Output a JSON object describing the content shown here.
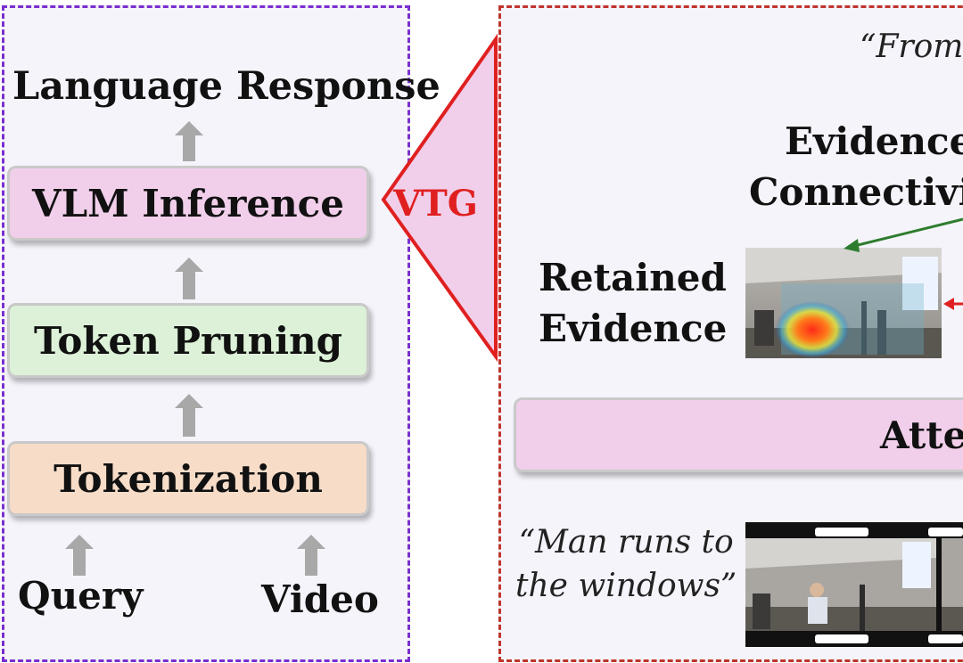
{
  "left_panel": {
    "output_label": "Language Response",
    "steps": [
      "VLM Inference",
      "Token Pruning",
      "Tokenization"
    ],
    "inputs": [
      "Query",
      "Video"
    ]
  },
  "connector": {
    "label": "VTG"
  },
  "right_panel": {
    "top_quote": "“From",
    "evidence_label": [
      "Evidence",
      "Connectivit"
    ],
    "retained_label": [
      "Retained",
      "Evidence"
    ],
    "attention_label": "Atter",
    "query_quote": [
      "“Man runs to",
      "the windows”"
    ]
  },
  "colors": {
    "left_border": "#7a2fd0",
    "right_border": "#c0342c",
    "vtg_red": "#e02020",
    "arrow_green": "#2e7d2e",
    "box_pink": "#f1cfea",
    "box_green": "#dcf1d7",
    "box_peach": "#f7dcc8"
  }
}
